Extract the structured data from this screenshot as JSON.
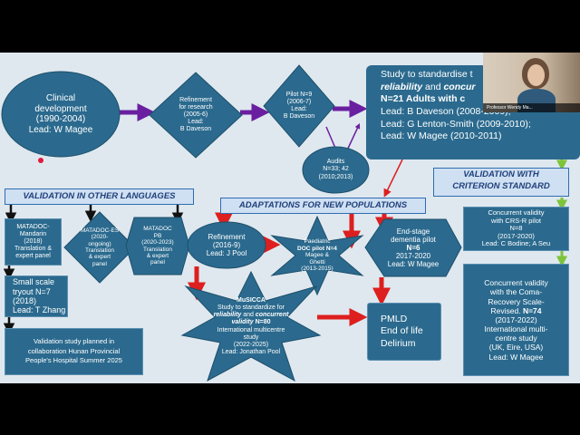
{
  "colors": {
    "node": "#2b6a8e",
    "arrow_purple": "#6a1fa0",
    "arrow_red": "#dd1f1f",
    "arrow_green": "#7cc43a",
    "arrow_black": "#111111",
    "header_bg": "#cfe0f3",
    "slide_bg": "#dfe8ef"
  },
  "clinical": [
    "Clinical",
    "development",
    "(1990-2004)",
    "Lead: W Magee"
  ],
  "refinement_research": [
    "Refinement",
    "for research",
    "(2005-6)",
    "Lead:",
    "B Daveson"
  ],
  "pilot": [
    "Pilot N=9",
    "(2006-7)",
    "Lead:",
    "B Daveson"
  ],
  "audits": [
    "Audits",
    "N=33; 42",
    "(2010;2013)"
  ],
  "standardise": {
    "line1": "Study to standardise t",
    "line2_bi": "reliability",
    "line2_mid": " and ",
    "line2_b2": "concur",
    "line3": "N=21 Adults with c",
    "leads": [
      "Lead: B Daveson (2008-2009);",
      "Lead: G Lenton-Smith (2009-2010);",
      "Lead: W Magee (2010-2011)"
    ]
  },
  "header_other_lang": "VALIDATION IN OTHER LANGUAGES",
  "header_new_pop": "ADAPTATIONS FOR NEW POPULATIONS",
  "header_criterion": [
    "VALIDATION WITH",
    "CRITERION STANDARD"
  ],
  "mandarin": [
    "MATADOC-",
    "Mandarin",
    "(2018)",
    "Translation &",
    "expert panel"
  ],
  "es": [
    "MATADOC-ES",
    "(2020-",
    "ongoing)",
    "Translation",
    "& expert",
    "panel"
  ],
  "pb": [
    "MATADOC",
    "PB",
    "(2020-2023)",
    "Translation",
    "& expert",
    "panel"
  ],
  "small_scale": [
    "Small scale",
    "tryout N=7",
    "(2018)",
    "Lead: T Zhang"
  ],
  "validation_planned": [
    "Validation study planned in",
    "collaboration Hunan Provincial",
    "People's Hospital Summer 2025"
  ],
  "refinement_2016": [
    "Refinement",
    "(2016-9)",
    "Lead: J Pool"
  ],
  "paediatric": [
    "Paediatric",
    "DOC pilot N=4",
    "Magee &",
    "Ghetti",
    "(2013-2015)"
  ],
  "endstage": [
    "End-stage",
    "dementia pilot",
    "N=6",
    "2017-2020",
    "Lead: W Magee"
  ],
  "musicca": {
    "title": "MuSICCA",
    "l1": "Study to standardize for",
    "l2_i1": "reliability",
    "l2_mid": " and ",
    "l2_i2": "concurrent",
    "l3_i": "validity",
    "l3_rest": " N=80",
    "l4": "International multicentre",
    "l5": "study",
    "l6": "(2022-2025)",
    "l7": "Lead: Jonathan Pool"
  },
  "pmld": [
    "PMLD",
    "End of life",
    "Delirium"
  ],
  "crs": [
    "Concurrent validity",
    "with CRS-R pilot",
    "N=8",
    "(2017-2020)",
    "Lead: C Bodine; A Seu"
  ],
  "coma": {
    "lines": [
      "Concurrent validity",
      "with the Coma-",
      "Recovery Scale-"
    ],
    "revised": "Revised. ",
    "n": "N=74",
    "rest": [
      "(2017-2022)",
      "International multi-",
      "centre study",
      "(UK, Eire, USA)",
      "Lead: W Magee"
    ]
  },
  "video": {
    "name": "Professor Wendy Ma..."
  }
}
